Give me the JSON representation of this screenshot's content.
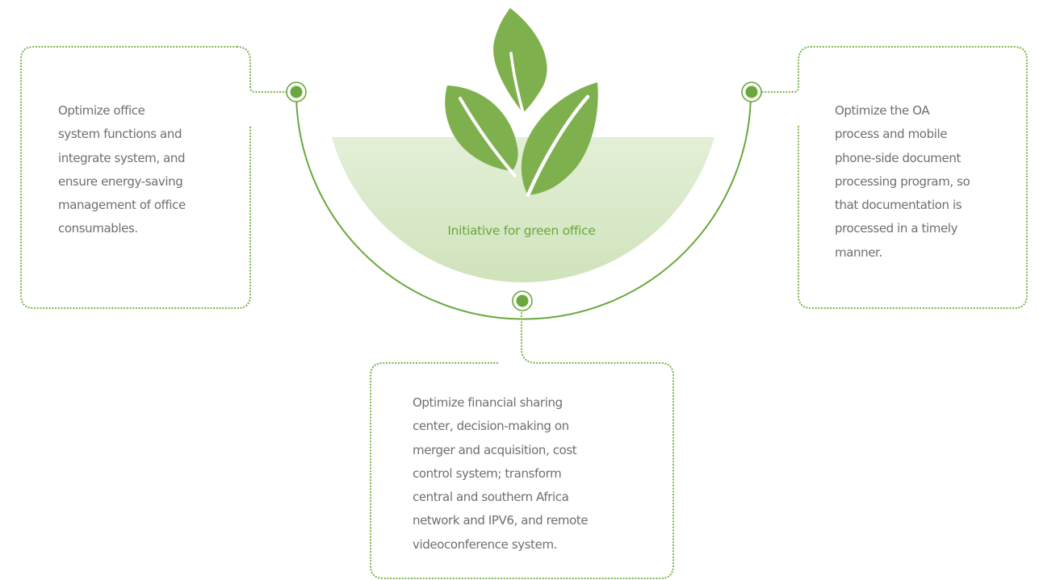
{
  "center": {
    "title": "Initiative for green office"
  },
  "boxes": {
    "left": {
      "lines": [
        "Optimize office",
        "system functions and",
        "integrate system, and",
        "ensure energy-saving",
        "management of office",
        "consumables."
      ]
    },
    "right": {
      "lines": [
        "Optimize the OA",
        "process and mobile",
        "phone-side document",
        "processing program, so",
        "that documentation is",
        "processed in a timely",
        "manner."
      ]
    },
    "bottom": {
      "lines": [
        "Optimize financial sharing",
        "center, decision-making on",
        "merger and acquisition, cost",
        "control system; transform",
        "central and southern Africa",
        "network and IPV6, and remote",
        "videoconference system."
      ]
    }
  },
  "colors": {
    "accent": "#6aa83c",
    "dotted_border": "#7ab648",
    "leaf": "#7fb04e",
    "text": "#6f6f6f"
  },
  "icons": {
    "leaves": "leaves-icon",
    "node": "node-dot-icon"
  }
}
